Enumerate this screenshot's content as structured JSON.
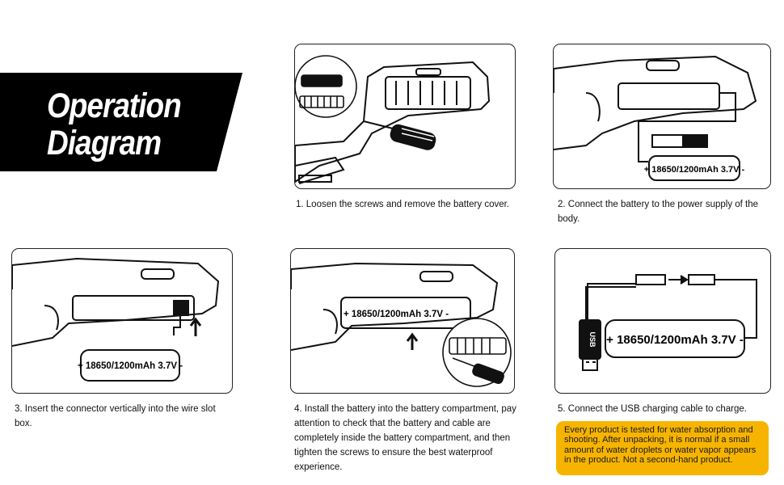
{
  "banner": {
    "title_line1": "Operation",
    "title_line2": "Diagram"
  },
  "battery_label": "+ 18650/1200mAh 3.7V -",
  "usb_label": "USB",
  "steps": [
    {
      "caption": "1. Loosen the screws and remove the battery cover."
    },
    {
      "caption": "2. Connect the battery to the power supply of the body."
    },
    {
      "caption": "3. Insert the connector vertically into the wire slot box."
    },
    {
      "caption": "4. Install the battery into the battery compartment, pay attention to check that the battery and cable are completely inside the battery compartment, and then tighten the screws to ensure the best waterproof experience."
    },
    {
      "caption": "5. Connect the USB charging cable to charge."
    }
  ],
  "notice": {
    "text": "Every product is tested for water absorption and shooting. After unpacking, it is normal if a small amount of water droplets or water vapor appears in the product. Not a second-hand product."
  },
  "colors": {
    "banner_bg": "#000000",
    "notice_bg": "#f6b400"
  }
}
